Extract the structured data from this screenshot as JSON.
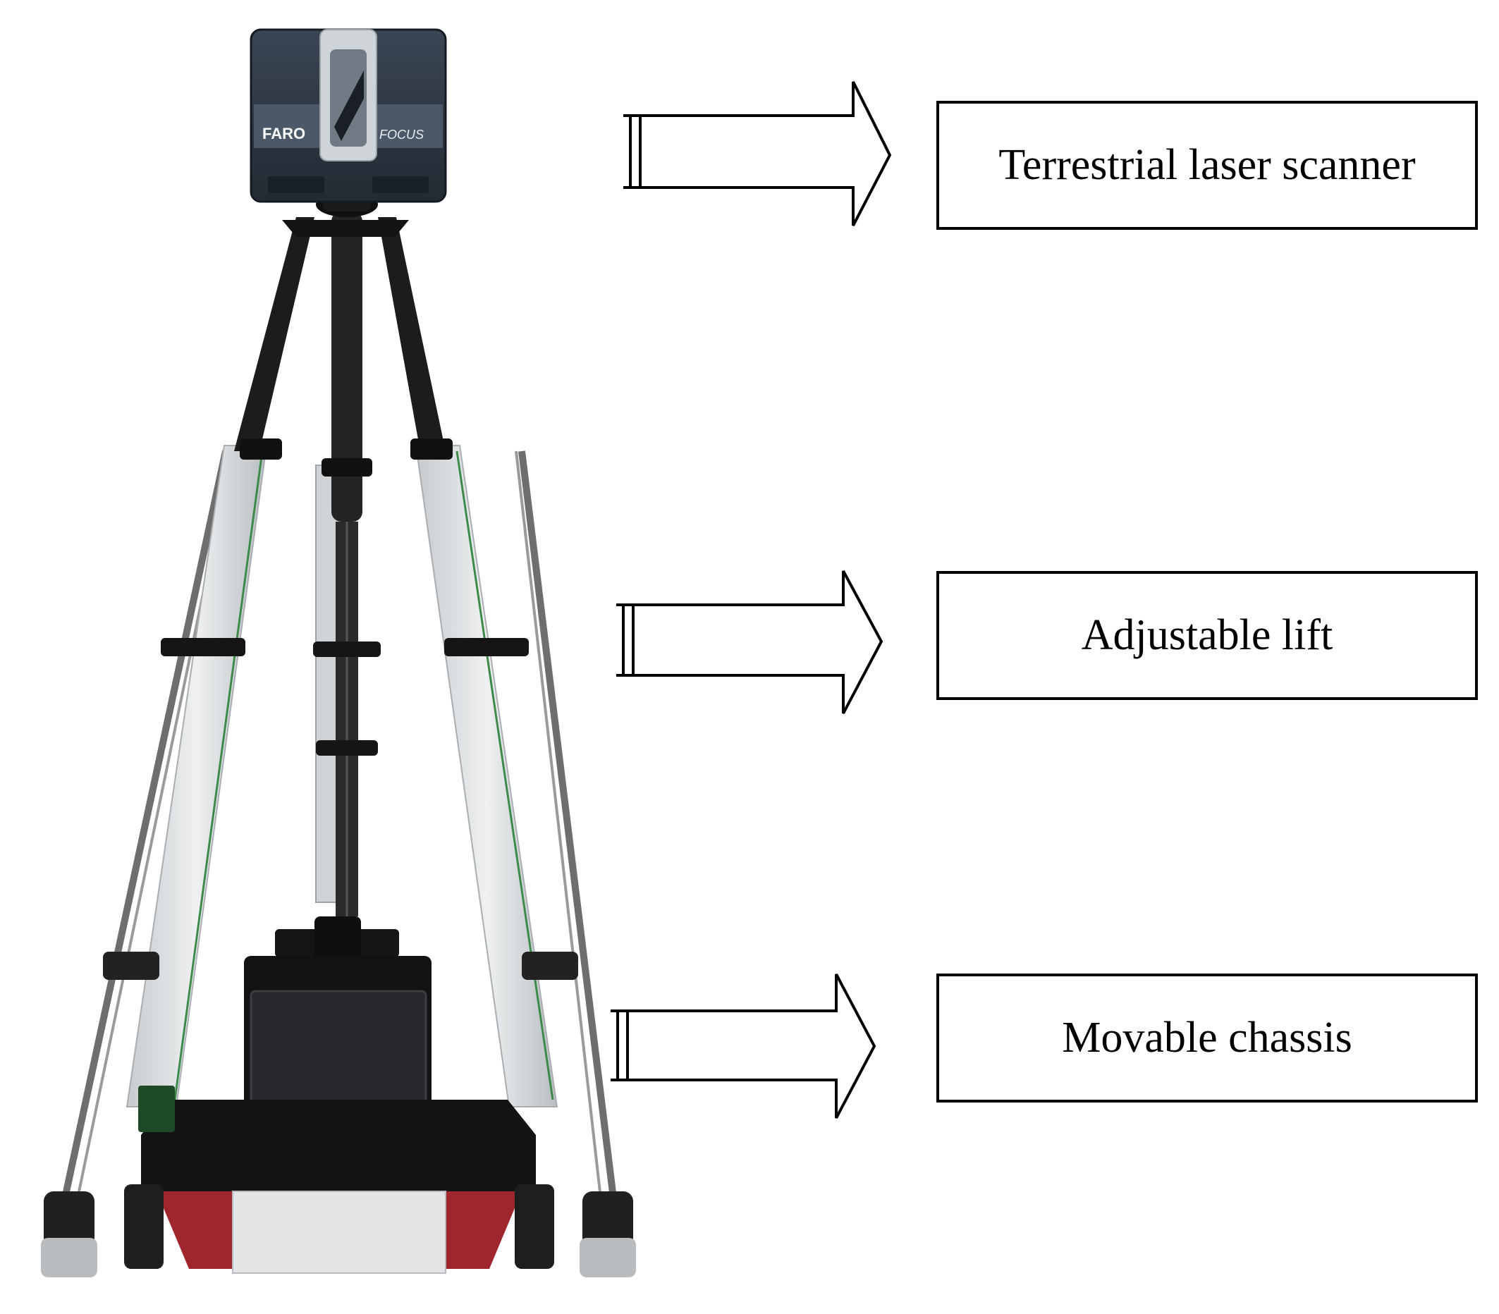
{
  "labels": {
    "scanner": "Terrestrial laser scanner",
    "lift": "Adjustable lift",
    "chassis": "Movable chassis"
  },
  "scanner_logo": {
    "brand": "FARO",
    "model": "FOCUS"
  },
  "colors": {
    "scanner_body": "#2f3a46",
    "scanner_band": "#4a5868",
    "tripod_dark": "#1c1c1c",
    "aluminum": "#d9dde0",
    "chassis_red": "#a0262e",
    "chassis_black": "#141414",
    "screen": "#26282c",
    "plate_silver": "#e2e4e6"
  },
  "icons": {
    "arrow": "right-block-arrow-icon"
  }
}
